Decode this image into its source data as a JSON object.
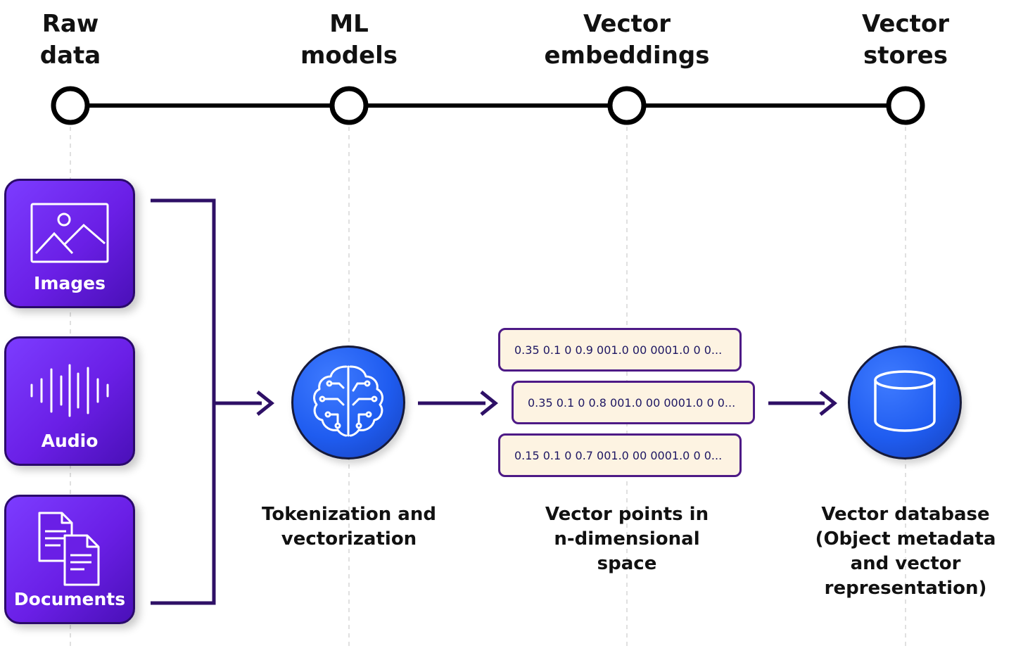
{
  "stages": [
    {
      "label": "Raw\ndata"
    },
    {
      "label": "ML\nmodels"
    },
    {
      "label": "Vector\nembeddings"
    },
    {
      "label": "Vector\nstores"
    }
  ],
  "sources": [
    {
      "label": "Images",
      "icon": "image-icon"
    },
    {
      "label": "Audio",
      "icon": "audio-waveform-icon"
    },
    {
      "label": "Documents",
      "icon": "documents-icon"
    }
  ],
  "vectors": [
    "0.35 0.1 0 0.9 001.0 00 0001.0 0 0...",
    "0.35 0.1 0 0.8 001.0 00 0001.0 0 0...",
    "0.15 0.1 0 0.7 001.0 00 0001.0 0 0..."
  ],
  "captions": {
    "ml": "Tokenization and\nvectorization",
    "embeddings": "Vector points in\nn-dimensional space",
    "store": "Vector database\n(Object metadata\nand vector\nrepresentation)"
  },
  "colors": {
    "card_purple": "#6a1fe6",
    "connector_purple": "#2e1066",
    "badge_blue": "#1f5cf0",
    "vector_fill": "#fdf3e2",
    "vector_border": "#4d1a86"
  },
  "icons": {
    "ml": "brain-circuit-icon",
    "store": "database-cylinder-icon"
  }
}
